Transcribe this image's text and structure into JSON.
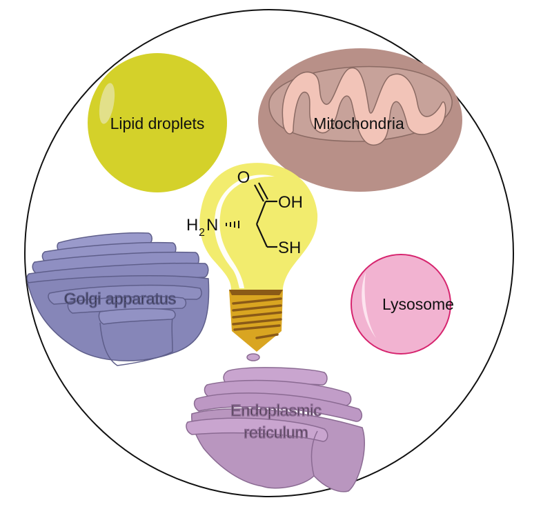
{
  "diagram": {
    "description": "Cysteine (lightbulb) surrounded by cellular organelles inside a cell",
    "cell_outline": {
      "stroke_color": "#111111",
      "fill_color": "#ffffff"
    },
    "center_molecule": {
      "name": "cysteine",
      "atoms": {
        "carbonyl_o": "O",
        "hydroxyl": "OH",
        "amine_h": "H",
        "amine_sub": "2",
        "amine_n": "N",
        "thiol": "SH"
      },
      "bulb_color": "#f2ec6e",
      "bulb_base_color": "#d9a521"
    },
    "organelles": [
      {
        "id": "lipid-droplets",
        "label": "Lipid droplets",
        "color": "#d4d12a"
      },
      {
        "id": "mitochondria",
        "label": "Mitochondria",
        "color": "#b89088",
        "inner_color": "#f2c4b8"
      },
      {
        "id": "golgi",
        "label": "Golgi apparatus",
        "color": "#8c8cbd"
      },
      {
        "id": "lysosome",
        "label": "Lysosome",
        "color": "#f2b3d1",
        "stroke": "#d6246e"
      },
      {
        "id": "er",
        "label_line1": "Endoplasmic",
        "label_line2": "reticulum",
        "color": "#b996bf"
      }
    ]
  }
}
